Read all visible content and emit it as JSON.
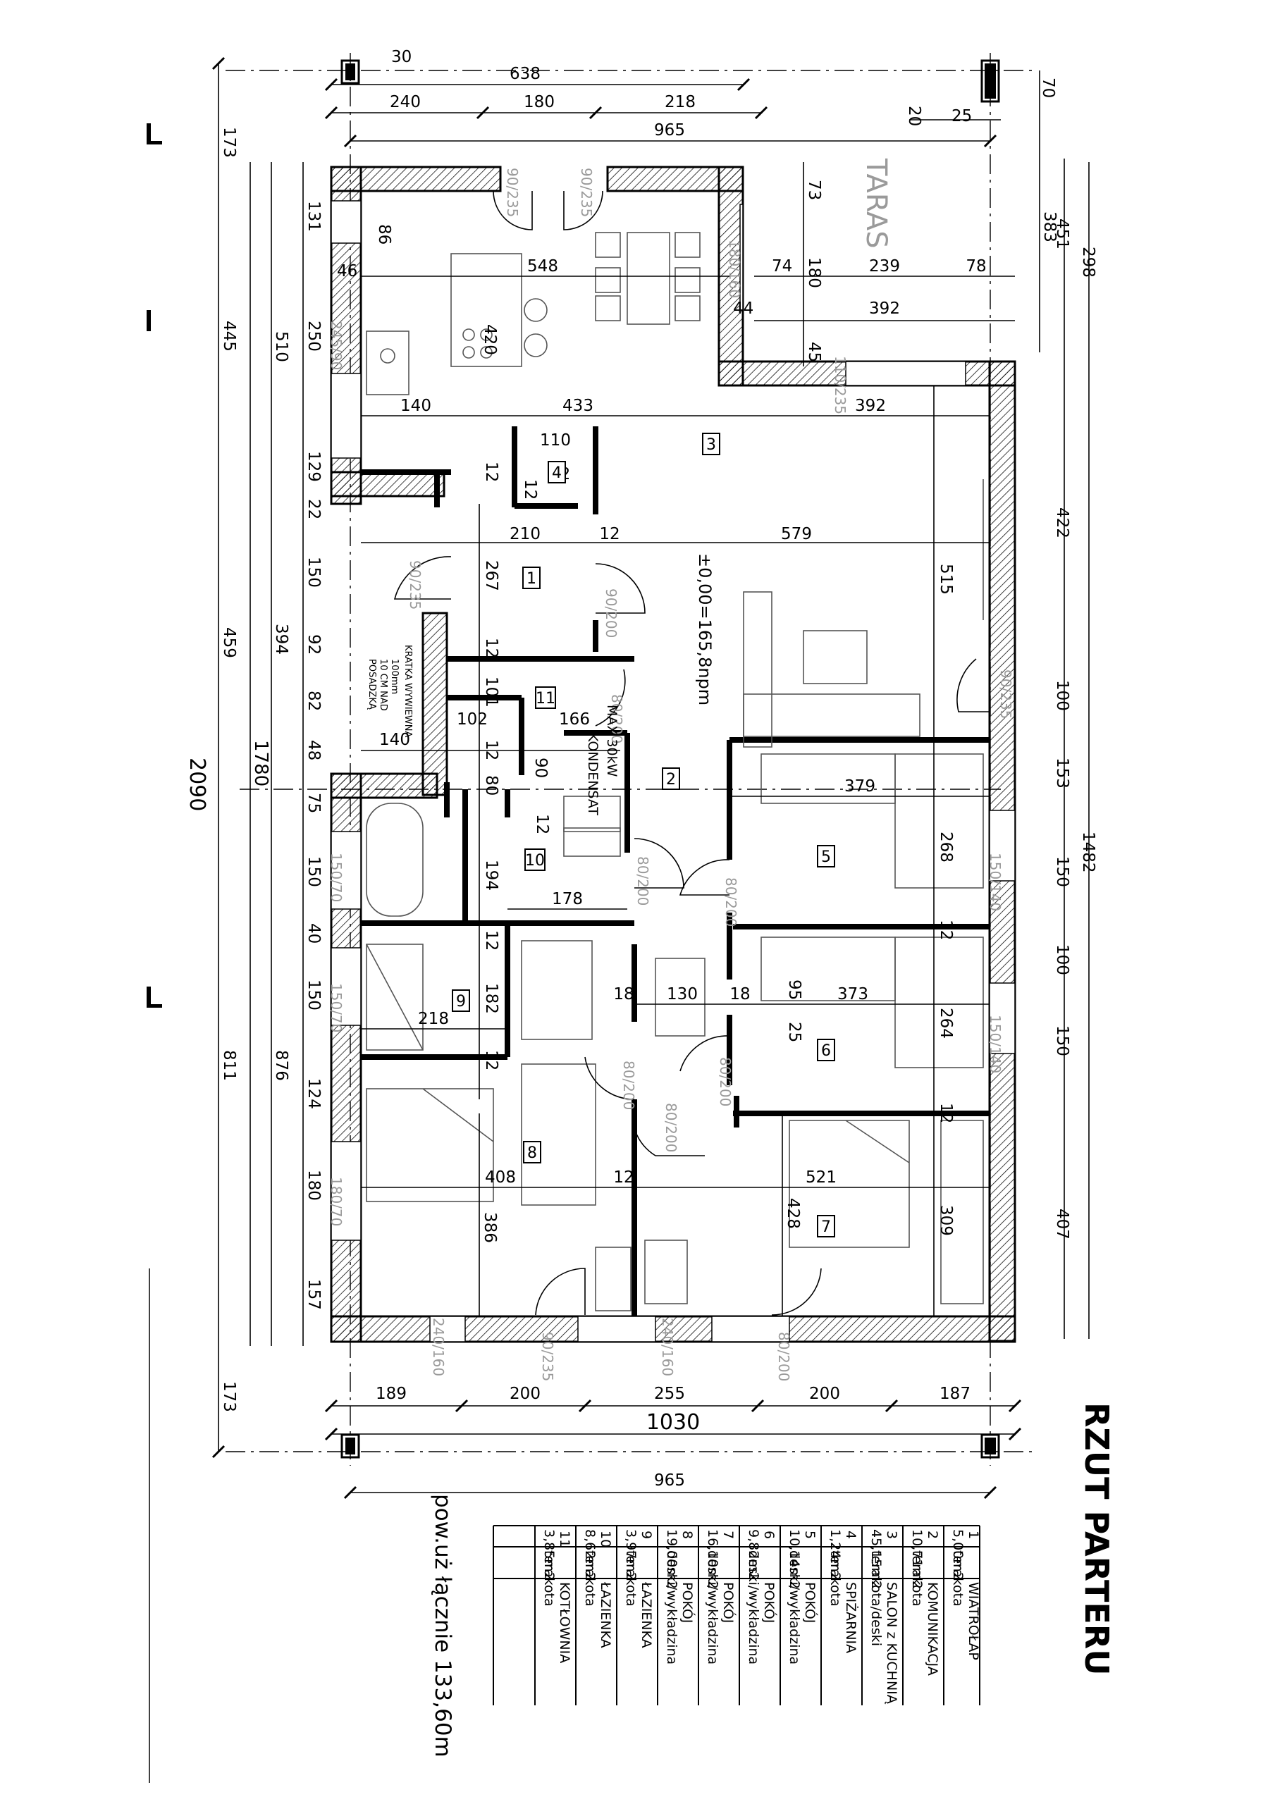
{
  "title": "RZUT PARTERU",
  "total_area": "pow.uż łącznie 133,60m",
  "terrace_label": "TARAS",
  "level_label": "±0,00=165,8npm",
  "boiler_note": "MAX 30kW",
  "kondensat_note": "KONDENSAT",
  "vent_note": [
    "KRATKA WYWIEWNA",
    "100mm",
    "10 CM NAD",
    "POSADZKĄ"
  ],
  "rooms": [
    {
      "no": "1",
      "area": "5,00m2",
      "floor": "terakota",
      "name": "WIATROŁAP"
    },
    {
      "no": "2",
      "area": "10,71m2",
      "floor": "terakota",
      "name": "KOMUNIKACJA"
    },
    {
      "no": "3",
      "area": "45,15m2",
      "floor": "terakota/deski",
      "name": "SALON z KUCHNIĄ"
    },
    {
      "no": "4",
      "area": "1,24m2",
      "floor": "terakota",
      "name": "SPIŻARNIA"
    },
    {
      "no": "5",
      "area": "10,14m2",
      "floor": "deski/wykładzina",
      "name": "POKÓJ"
    },
    {
      "no": "6",
      "area": "9,82m2",
      "floor": "deski/wykładzina",
      "name": "POKÓJ"
    },
    {
      "no": "7",
      "area": "16,10m2",
      "floor": "deski/wykładzina",
      "name": "POKÓJ"
    },
    {
      "no": "8",
      "area": "19,00m2",
      "floor": "deski/wykładzina",
      "name": "POKÓJ"
    },
    {
      "no": "9",
      "area": "3,97m2",
      "floor": "terakota",
      "name": "ŁAZIENKA"
    },
    {
      "no": "10",
      "area": "8,62m2",
      "floor": "terakota",
      "name": "ŁAZIENKA"
    },
    {
      "no": "11",
      "area": "3,85m2",
      "floor": "terakota",
      "name": "KOTŁOWNIA"
    }
  ],
  "dims": {
    "top_overall": "638",
    "top_30": "30",
    "top_70": "70",
    "top_20": "20",
    "top_25": "25",
    "top_seg": [
      "240",
      "180",
      "218"
    ],
    "top_965": "965",
    "bottom_seg": [
      "189",
      "200",
      "255",
      "200",
      "187"
    ],
    "bottom_overall": "1030",
    "bottom_965": "965",
    "left_overall": "2090",
    "left_1780": "1780",
    "left_outer": [
      "173",
      "445",
      "459",
      "811",
      "173"
    ],
    "left_mid": [
      "510",
      "394",
      "876"
    ],
    "left_inner": [
      "131",
      "250",
      "129",
      "22",
      "150",
      "92",
      "82",
      "48",
      "75",
      "150",
      "40",
      "150",
      "124",
      "180",
      "157"
    ],
    "right_outer": [
      "298",
      "1482"
    ],
    "right_mid": [
      "383",
      "451"
    ],
    "right_inner": [
      "70",
      "422",
      "100",
      "153",
      "150",
      "100",
      "150",
      "407"
    ],
    "interior": [
      "86",
      "46",
      "548",
      "420",
      "140",
      "433",
      "392",
      "110",
      "12",
      "12",
      "210",
      "12",
      "579",
      "267",
      "515",
      "12",
      "102",
      "101",
      "166",
      "140",
      "12",
      "90",
      "80",
      "12",
      "194",
      "178",
      "12",
      "379",
      "268",
      "12",
      "182",
      "218",
      "12",
      "18",
      "130",
      "18",
      "95",
      "25",
      "373",
      "264",
      "12",
      "408",
      "386",
      "12",
      "521",
      "428",
      "309",
      "73",
      "180",
      "74",
      "239",
      "78",
      "44",
      "392",
      "45",
      "42"
    ]
  },
  "doors": [
    "90/235",
    "90/235",
    "90/200",
    "90/235",
    "80/200",
    "80/200",
    "80/200",
    "80/200",
    "80/200",
    "80/200",
    "80/200",
    "90/235",
    "90/235",
    "110/235",
    "245/90",
    "150/70",
    "150/70",
    "180/70",
    "150/140",
    "150/140",
    "180/160",
    "240/160",
    "240/160"
  ]
}
